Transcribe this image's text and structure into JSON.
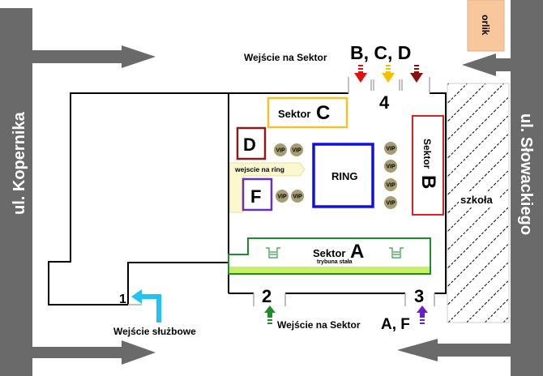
{
  "streets": {
    "left": "ul. Kopernika",
    "right": "ul. Słowackiego"
  },
  "orlik": "orlik",
  "school": "szkoła",
  "ring": "RING",
  "ring_entrance": "wejscie na ring",
  "vip_label": "VIP",
  "sectors": {
    "a": {
      "prefix": "Sektor",
      "letter": "A",
      "sub": "trybuna stała",
      "color": "#1e8c2a"
    },
    "b": {
      "prefix": "Sektor",
      "letter": "B",
      "color": "#e02020"
    },
    "c": {
      "prefix": "Sektor",
      "letter": "C",
      "color": "#f2c12e"
    },
    "d": {
      "letter": "D",
      "color": "#8b1a1a"
    },
    "f": {
      "letter": "F",
      "color": "#6a2fb8"
    }
  },
  "entrances": {
    "top": {
      "prefix": "Wejście na Sektor",
      "letters": "B, C, D",
      "number": "4"
    },
    "bottom": {
      "prefix": "Wejście na Sektor",
      "letters": "A, F",
      "number_left": "2",
      "number_right": "3"
    },
    "service": {
      "label": "Wejście służbowe",
      "number": "1"
    }
  },
  "colors": {
    "road": "#6a6a6a",
    "orlik": "#f8c79c",
    "ring": "#1010e0",
    "vip": "#a69d72",
    "ring_entrance_bg": "#fbf7cf",
    "sector_a_fill": "#c8f066",
    "arrow_b": "#e01010",
    "arrow_c": "#f5c000",
    "arrow_d": "#8b0f0f",
    "arrow_a": "#1e8c2a",
    "arrow_f": "#6a1ecc",
    "arrow_service": "#22c3f0"
  }
}
